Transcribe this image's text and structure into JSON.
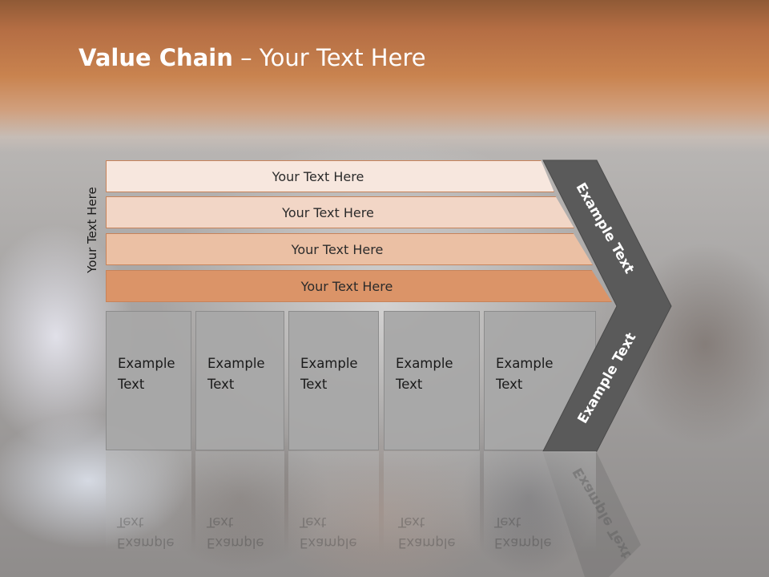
{
  "slide": {
    "title_bold": "Value Chain",
    "title_rest": " – Your Text Here",
    "side_label": "Your Text Here",
    "rows": [
      {
        "label": "Your Text Here"
      },
      {
        "label": "Your Text Here"
      },
      {
        "label": "Your Text Here"
      },
      {
        "label": "Your Text Here"
      }
    ],
    "boxes": [
      {
        "line1": "Example",
        "line2": "Text"
      },
      {
        "line1": "Example",
        "line2": "Text"
      },
      {
        "line1": "Example",
        "line2": "Text"
      },
      {
        "line1": "Example",
        "line2": "Text"
      },
      {
        "line1": "Example",
        "line2": "Text"
      }
    ],
    "chevron": {
      "top_label": "Example Text",
      "bottom_label": "Example Text"
    }
  },
  "colors": {
    "header_band": "#b56e44",
    "row_1": "#f7e7de",
    "row_2": "#f2d6c6",
    "row_3": "#ebc0a4",
    "row_4": "#db9468",
    "box_fill": "#a8a8a8",
    "chevron_fill": "#5a5a5a"
  }
}
